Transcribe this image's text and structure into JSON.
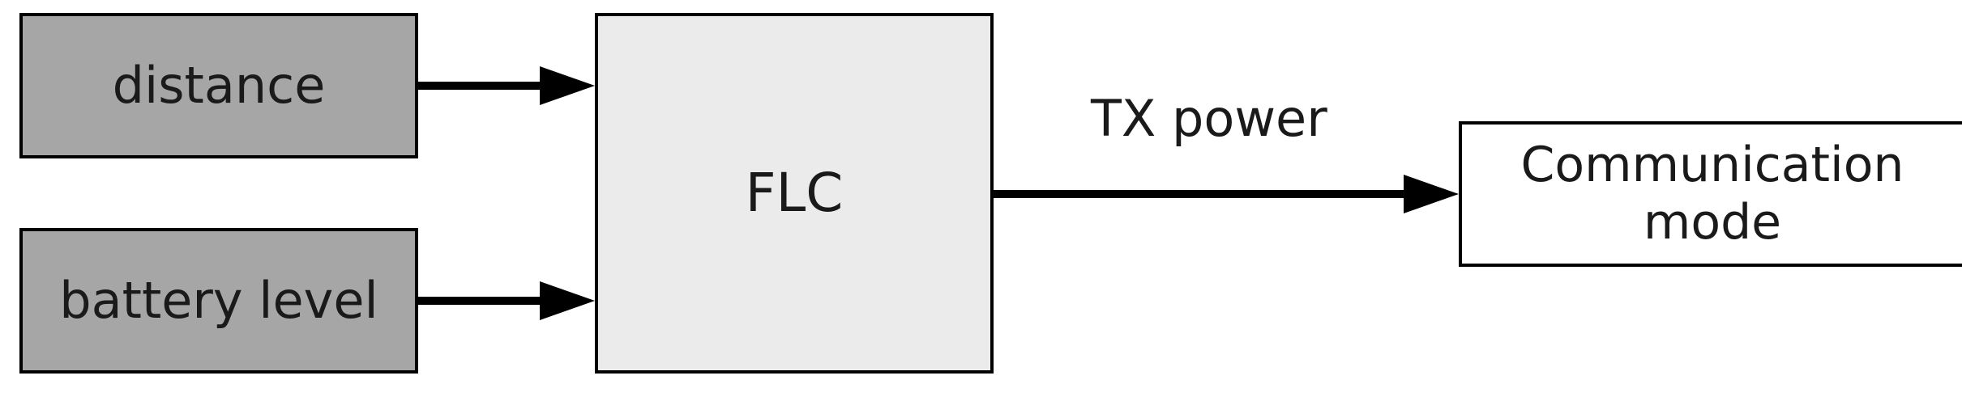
{
  "colors": {
    "input_fill": "#a6a6a6",
    "process_fill": "#ebebeb",
    "output_fill": "#ffffff",
    "stroke": "#000000"
  },
  "nodes": {
    "distance": "distance",
    "battery": "battery level",
    "flc": "FLC",
    "comm": "Communication\nmode"
  },
  "edges": {
    "flc_to_comm": "TX power"
  }
}
